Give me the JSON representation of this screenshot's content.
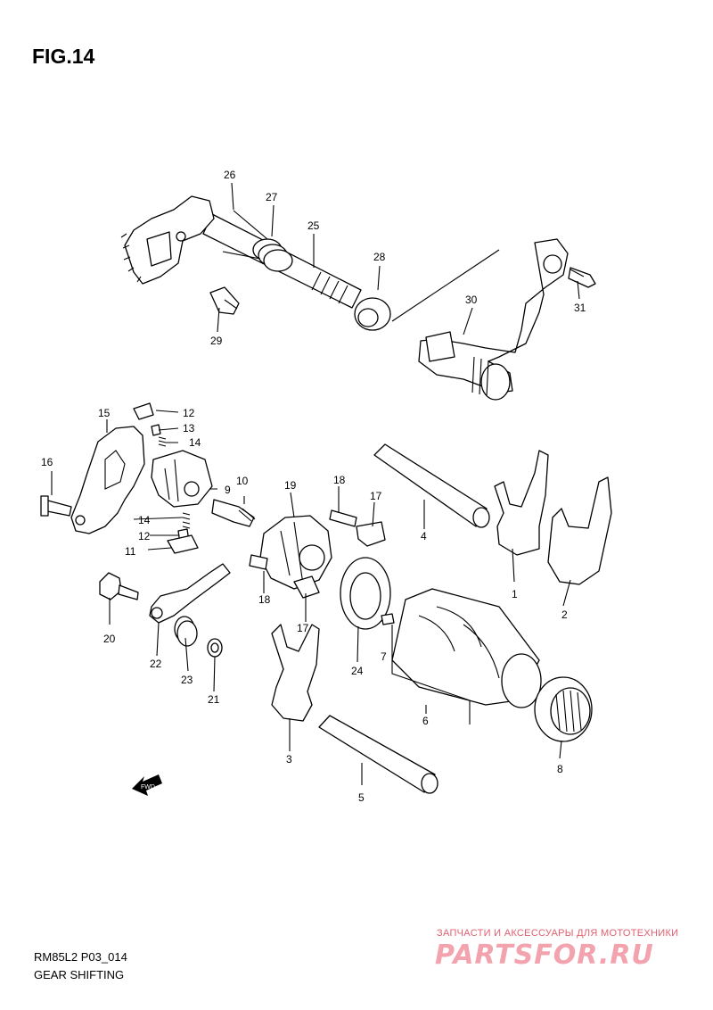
{
  "figure": {
    "label": "FIG.14"
  },
  "footer": {
    "code": "RM85L2 P03_014",
    "title": "GEAR SHIFTING"
  },
  "watermark": {
    "tagline": "ЗАПЧАСТИ И АКСЕССУАРЫ ДЛЯ МОТОТЕХНИКИ",
    "brand": "PARTSFOR.RU"
  },
  "direction_badge": "FWD",
  "callouts": [
    "1",
    "2",
    "3",
    "4",
    "5",
    "6",
    "7",
    "8",
    "9",
    "10",
    "11",
    "12",
    "12",
    "13",
    "14",
    "14",
    "15",
    "16",
    "17",
    "17",
    "18",
    "18",
    "19",
    "20",
    "21",
    "22",
    "23",
    "24",
    "25",
    "26",
    "27",
    "28",
    "29",
    "30",
    "31"
  ]
}
